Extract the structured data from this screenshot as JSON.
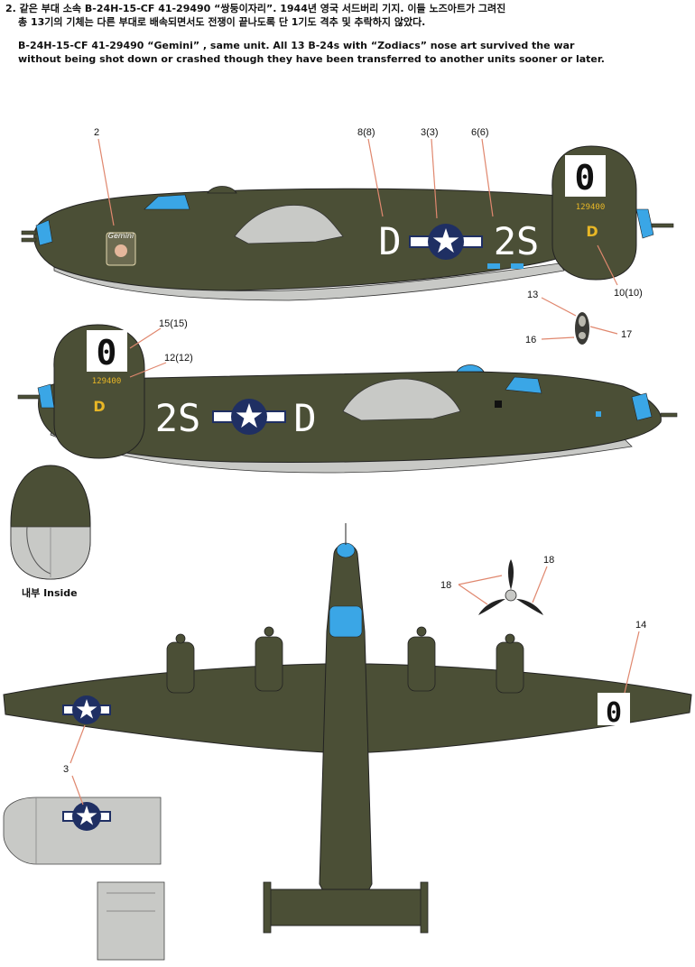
{
  "header": {
    "line1": "2. 같은 부대 소속 B-24H-15-CF 41-29490 “쌍둥이자리”. 1944년 영국 서드버리 기지. 이들 노즈아트가 그려진",
    "line2": "총 13기의 기체는 다른 부대로 배속되면서도 전쟁이 끝나도록 단 1기도 격추 및 추락하지 않았다.",
    "line3": "B-24H-15-CF 41-29490 “Gemini” , same unit. All 13  B-24s with  “Zodiacs” nose art survived the war",
    "line4": "without being shot down or crashed though they have been transferred to another units sooner or later."
  },
  "markings": {
    "code_left": "D",
    "code_right": "2S",
    "tail_letter": "0",
    "tail_code": "D",
    "serial": "129400",
    "nose_art": "Gemini",
    "wing_letter": "0"
  },
  "callouts": {
    "c2": "2",
    "c8": "8(8)",
    "c3a": "3(3)",
    "c6": "6(6)",
    "c10": "10(10)",
    "c13": "13",
    "c16": "16",
    "c17": "17",
    "c15": "15(15)",
    "c12": "12(12)",
    "c18a": "18",
    "c18b": "18",
    "c14": "14",
    "c3b": "3"
  },
  "inside_label": "내부 Inside",
  "colors": {
    "olive_drab": "#4b4f36",
    "neutral_gray": "#c8c9c6",
    "blue": "#3aa6e6",
    "insignia_blue": "#1f2f63",
    "yellow": "#e8b726"
  }
}
